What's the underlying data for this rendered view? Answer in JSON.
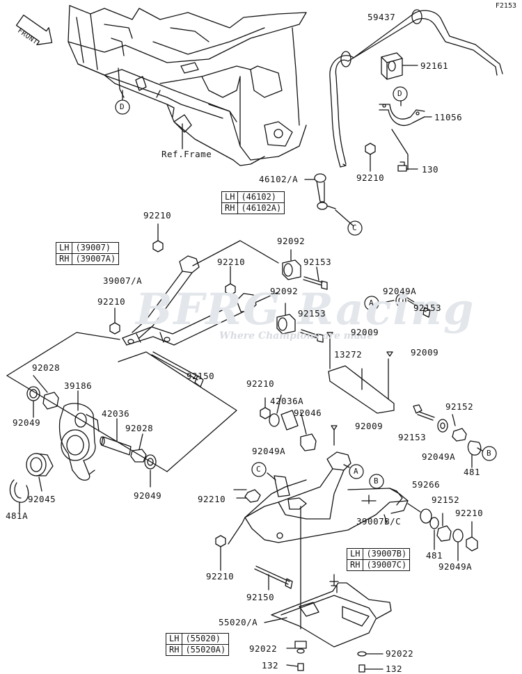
{
  "figure_id": "F2153",
  "front_label": "FRONT",
  "frame_label": "Ref.Frame",
  "watermark": {
    "brand": "BFRG Racing",
    "tagline": "Where Champions are made"
  },
  "callouts": {
    "59437": "59437",
    "92161": "92161",
    "11056": "11056",
    "130": "130",
    "92210_a": "92210",
    "46102A": "46102/A",
    "92210_b": "92210",
    "92092_a": "92092",
    "92210_c": "92210",
    "92153_a": "92153",
    "39007A": "39007/A",
    "92092_b": "92092",
    "92153_b": "92153",
    "92049A_a": "92049A",
    "92153_c": "92153",
    "92210_d": "92210",
    "92009_a": "92009",
    "92009_b": "92009",
    "13272": "13272",
    "92028_a": "92028",
    "39186": "39186",
    "92150_a": "92150",
    "92049_a": "92049",
    "42036": "42036",
    "92028_b": "92028",
    "92045": "92045",
    "481A": "481A",
    "92049_b": "92049",
    "92210_e": "92210",
    "42036A": "42036A",
    "92046": "92046",
    "92009_c": "92009",
    "92049A_b": "92049A",
    "92152_a": "92152",
    "92153_d": "92153",
    "92049A_c": "92049A",
    "481_a": "481",
    "59266": "59266",
    "92152_b": "92152",
    "92210_f": "92210",
    "92210_g": "92210",
    "39007BC": "39007B/C",
    "481_b": "481",
    "92049A_d": "92049A",
    "92210_h": "92210",
    "92150_b": "92150",
    "55020A": "55020/A",
    "92022_a": "92022",
    "92022_b": "92022",
    "132_a": "132",
    "132_b": "132"
  },
  "refs": {
    "D1": "D",
    "D2": "D",
    "C1": "C",
    "A1": "A",
    "A2": "A",
    "B1": "B",
    "C2": "C",
    "B2": "B"
  },
  "tables": {
    "t46102": [
      [
        "LH",
        "(46102)"
      ],
      [
        "RH",
        "(46102A)"
      ]
    ],
    "t39007": [
      [
        "LH",
        "(39007)"
      ],
      [
        "RH",
        "(39007A)"
      ]
    ],
    "t39007BC": [
      [
        "LH",
        "(39007B)"
      ],
      [
        "RH",
        "(39007C)"
      ]
    ],
    "t55020": [
      [
        "LH",
        "(55020)"
      ],
      [
        "RH",
        "(55020A)"
      ]
    ]
  }
}
